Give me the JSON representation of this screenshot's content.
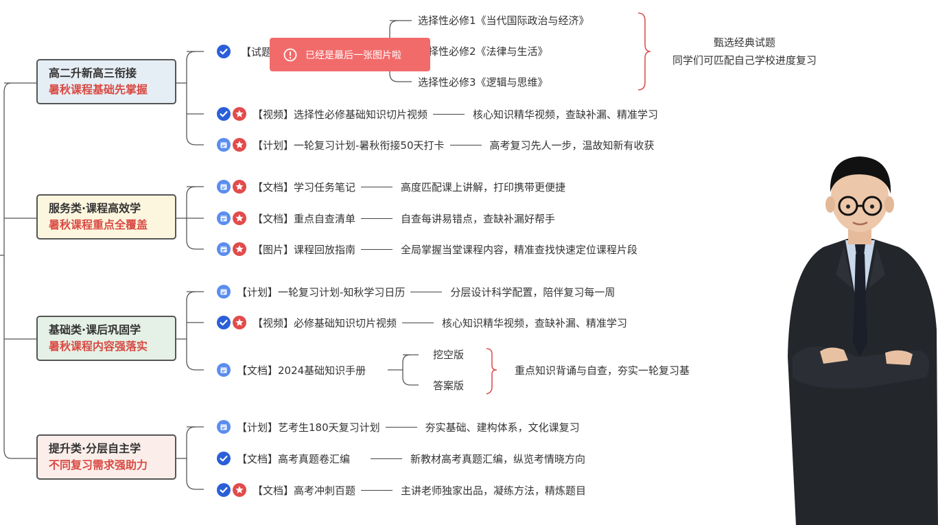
{
  "toast": {
    "message": "已经是最后一张图片啦",
    "icon": "alert-circle-icon"
  },
  "colors": {
    "accent_red": "#d94a44",
    "check_blue": "#2b5fd9",
    "star_red": "#e24b4b",
    "toast_bg": "#f26b6b"
  },
  "categories": [
    {
      "line1": "高二升新高三衔接",
      "line2": "暑秋课程基础先掌握"
    },
    {
      "line1": "服务类·课程高效学",
      "line2": "暑秋课程重点全覆盖"
    },
    {
      "line1": "基础类·课后巩固学",
      "line2": "暑秋课程内容强落实"
    },
    {
      "line1": "提升类·分层自主学",
      "line2": "不同复习需求强助力"
    }
  ],
  "items": [
    {
      "label": "【试题】",
      "desc": "",
      "icons": [
        "check-icon"
      ]
    },
    {
      "label": "【视频】选择性必修基础知识切片视频",
      "desc": "核心知识精华视频，查缺补漏、精准学习",
      "icons": [
        "check-icon",
        "star-icon"
      ]
    },
    {
      "label": "【计划】一轮复习计划-暑秋衔接50天打卡",
      "desc": "高考复习先人一步，温故知新有收获",
      "icons": [
        "calendar-icon",
        "star-icon"
      ]
    },
    {
      "label": "【文档】学习任务笔记",
      "desc": "高度匹配课上讲解，打印携带更便捷",
      "icons": [
        "calendar-icon",
        "star-icon"
      ]
    },
    {
      "label": "【文档】重点自查清单",
      "desc": "自查每讲易错点，查缺补漏好帮手",
      "icons": [
        "calendar-icon",
        "star-icon"
      ]
    },
    {
      "label": "【图片】课程回放指南",
      "desc": "全局掌握当堂课程内容，精准查找快速定位课程片段",
      "icons": [
        "calendar-icon",
        "star-icon"
      ]
    },
    {
      "label": "【计划】一轮复习计划-知秋学习日历",
      "desc": "分层设计科学配置，陪伴复习每一周",
      "icons": [
        "calendar-icon"
      ]
    },
    {
      "label": "【视频】必修基础知识切片视频",
      "desc": "核心知识精华视频，查缺补漏、精准学习",
      "icons": [
        "check-icon",
        "star-icon"
      ]
    },
    {
      "label": "【文档】2024基础知识手册",
      "desc": "",
      "icons": [
        "calendar-icon"
      ]
    },
    {
      "label": "【计划】艺考生180天复习计划",
      "desc": "夯实基础、建构体系，文化课复习",
      "icons": [
        "calendar-icon"
      ]
    },
    {
      "label": "【文档】高考真题卷汇编",
      "desc": "新教材高考真题汇编，纵览考情晓方向",
      "icons": [
        "check-icon"
      ]
    },
    {
      "label": "【文档】高考冲刺百题",
      "desc": "主讲老师独家出品，凝练方法，精炼题目",
      "icons": [
        "check-icon",
        "star-icon"
      ]
    }
  ],
  "electives": [
    "选择性必修1《当代国际政治与经济》",
    "选择性必修2《法律与生活》",
    "选择性必修3《逻辑与思维》"
  ],
  "elective_note": {
    "line1": "甄选经典试题",
    "line2": "同学们可匹配自己学校进度复习"
  },
  "handbook_versions": [
    "挖空版",
    "答案版"
  ],
  "handbook_note": "重点知识背诵与自查，夯实一轮复习基"
}
